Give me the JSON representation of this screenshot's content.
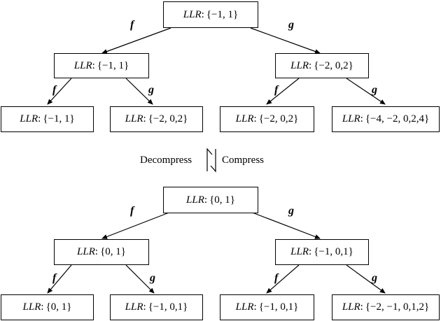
{
  "top_tree": {
    "root": {
      "prefix": "LLR",
      "set": "{−1, 1}"
    },
    "left": {
      "prefix": "LLR",
      "set": "{−1, 1}"
    },
    "right": {
      "prefix": "LLR",
      "set": "{−2, 0,2}"
    },
    "ll": {
      "prefix": "LLR",
      "set": "{−1, 1}"
    },
    "lr": {
      "prefix": "LLR",
      "set": "{−2, 0,2}"
    },
    "rl": {
      "prefix": "LLR",
      "set": "{−2, 0,2}"
    },
    "rr": {
      "prefix": "LLR",
      "set": "{−4, −2, 0,2,4}"
    }
  },
  "bottom_tree": {
    "root": {
      "prefix": "LLR",
      "set": "{0, 1}"
    },
    "left": {
      "prefix": "LLR",
      "set": "{0, 1}"
    },
    "right": {
      "prefix": "LLR",
      "set": "{−1, 0,1}"
    },
    "ll": {
      "prefix": "LLR",
      "set": "{0, 1}"
    },
    "lr": {
      "prefix": "LLR",
      "set": "{−1, 0,1}"
    },
    "rl": {
      "prefix": "LLR",
      "set": "{−1, 0,1}"
    },
    "rr": {
      "prefix": "LLR",
      "set": "{−2, −1, 0,1,2}"
    }
  },
  "edge_labels": {
    "f": "f",
    "g": "g"
  },
  "conversion": {
    "decompress": "Decompress",
    "compress": "Compress"
  }
}
